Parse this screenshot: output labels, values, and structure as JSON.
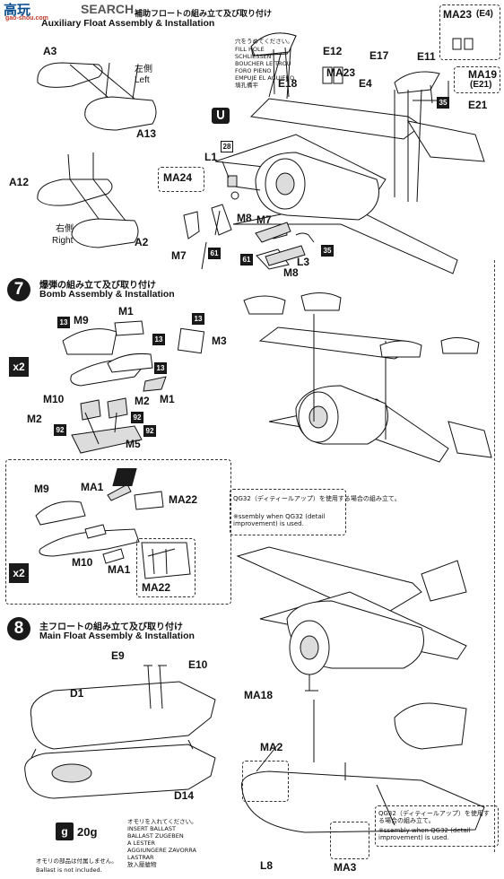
{
  "watermark": {
    "logo": "高玩",
    "url": "gao-shou.com",
    "search": "SEARCH"
  },
  "step6": {
    "title_jp": "補助フロートの組み立て及び取り付け",
    "title_en": "Auxiliary Float Assembly & Installation",
    "left_jp": "左側",
    "left_en": "Left",
    "right_jp": "右側",
    "right_en": "Right",
    "fill_hole_jp": "穴をうめてください。",
    "fill_hole_lines": [
      "FILL HOLE",
      "SCHLIESSEN",
      "BOUCHER LE TROU",
      "FORO PIENO",
      "EMPUJE EL AGUJERO",
      "填孔備平"
    ],
    "parts": {
      "a3": "A3",
      "a13": "A13",
      "a12": "A12",
      "a2": "A2",
      "e12": "E12",
      "e18": "E18",
      "ma23_top": "MA23",
      "ma23_top_paren": "(E4)",
      "ma23": "MA23",
      "e17": "E17",
      "e11": "E11",
      "e4": "E4",
      "ma19": "MA19",
      "ma19_paren": "(E21)",
      "e21": "E21",
      "l1": "L1",
      "ma24": "MA24",
      "m8a": "M8",
      "m7a": "M7",
      "m7b": "M7",
      "m8b": "M8",
      "l3": "L3"
    },
    "boxes": {
      "b28": "28",
      "b61a": "61",
      "b61b": "61",
      "b35a": "35",
      "b35b": "35"
    }
  },
  "step7": {
    "number": "7",
    "title_jp": "爆弾の組み立て及び取り付け",
    "title_en": "Bomb Assembly & Installation",
    "multiplier": "x2",
    "parts": {
      "m9": "M9",
      "m1a": "M1",
      "m3": "M3",
      "m10": "M10",
      "m2a": "M2",
      "m1b": "M1",
      "m2b": "M2",
      "m5": "M5"
    },
    "boxes": {
      "b13a": "13",
      "b13b": "13",
      "b13c": "13",
      "b13d": "13",
      "b92a": "92",
      "b92b": "92",
      "b92c": "92"
    }
  },
  "step7_alt": {
    "multiplier": "x2",
    "parts": {
      "m9": "M9",
      "ma1a": "MA1",
      "ma22": "MA22",
      "m10": "M10",
      "ma1b": "MA1",
      "ma22_detail": "MA22"
    },
    "note_jp": "QG32（ディティールアップ）を使用する場合の組み立て。",
    "note_en": "※ssembly when QG32 (detail improvement) is used."
  },
  "step8": {
    "number": "8",
    "title_jp": "主フロートの組み立て及び取り付け",
    "title_en": "Main Float Assembly & Installation",
    "parts": {
      "e9": "E9",
      "e10": "E10",
      "d1": "D1",
      "d14": "D14",
      "ma18": "MA18",
      "ma2": "MA2",
      "ma3": "MA3",
      "l8": "L8"
    },
    "ballast_weight": "20g",
    "ballast_lines": [
      "オモリを入れてください。",
      "INSERT BALLAST",
      "BALLAST ZUGEBEN",
      "A LESTER",
      "AGGIUNGERE ZAVORRA",
      "LASTRAR",
      "放入壓艙物"
    ],
    "ballast_note_jp": "オモリの部品は付属しません。",
    "ballast_note_en": "Ballast is not included.",
    "note_jp": "QG32（ディティールアップ）を使用する場合の組み立て。",
    "note_en": "※ssembly when QG32 (detail improvement) is used."
  }
}
